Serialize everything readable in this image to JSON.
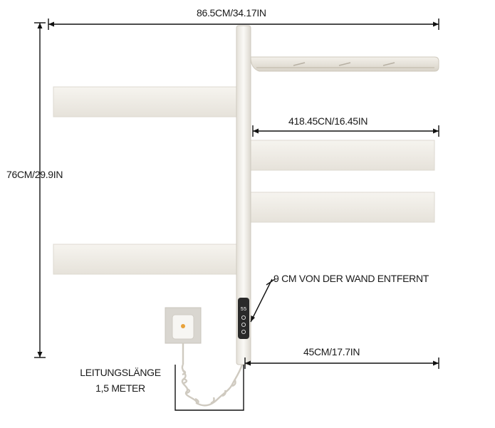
{
  "dimensions": {
    "total_width": "86.5CM/34.17IN",
    "total_height": "76CM/29.9IN",
    "shelf_width": "418.45CN/16.45IN",
    "bar_length": "45CM/17.7IN",
    "wall_distance": "9 CM VON DER WAND ENTFERNT",
    "cable_length_line1": "LEITUNGSLÄNGE",
    "cable_length_line2": "1,5 METER"
  },
  "controller": {
    "display_value": "55"
  },
  "colors": {
    "bar": "#efece6",
    "bar_shade": "#dedad2",
    "pole": "#f5f3ef",
    "dimension_line": "#111111",
    "controller_panel": "#2a2a2a",
    "plug_plate": "#d9d6d0",
    "plug_light": "#e8a23a"
  }
}
